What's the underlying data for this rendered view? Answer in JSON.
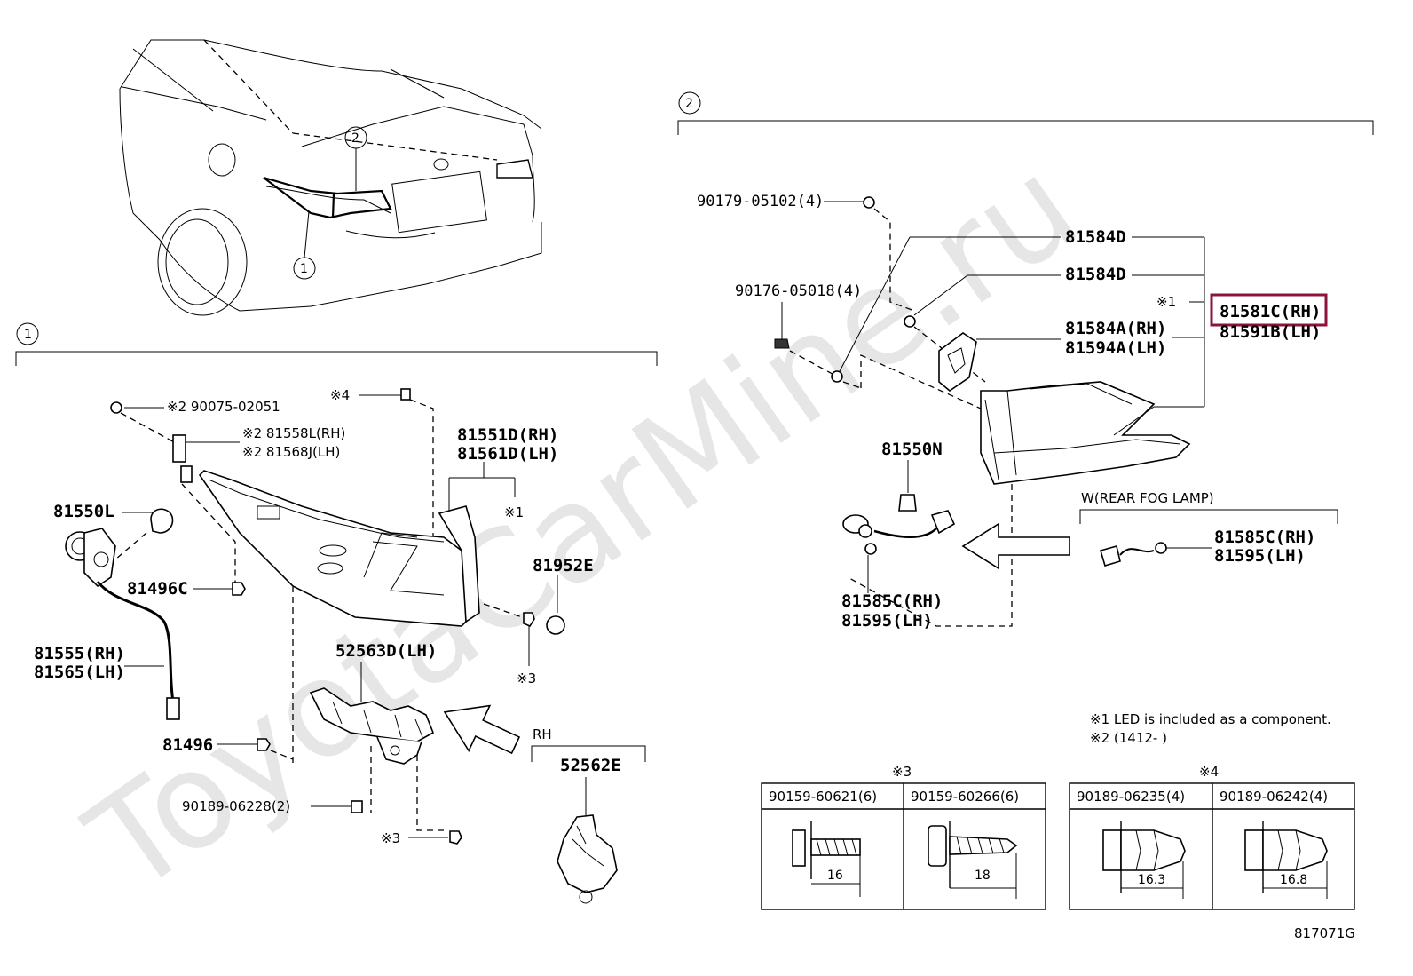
{
  "watermark": "ToyotaCarMine.ru",
  "drawing_id": "817071G",
  "section_marks": {
    "one": "1",
    "two": "2"
  },
  "left": {
    "labels": {
      "p90075": "※2 90075-02051",
      "p81558L": "※2 81558L(RH)",
      "p81568J": "※2 81568J(LH)",
      "p81551D": "81551D(RH)",
      "p81561D": "81561D(LH)",
      "ref1": "※1",
      "note4": "※4",
      "p81550L": "81550L",
      "p81496C": "81496C",
      "p81952E": "81952E",
      "ref3a": "※3",
      "p81555": "81555(RH)",
      "p81565": "81565(LH)",
      "p52563D": "52563D(LH)",
      "p81496": "81496",
      "rh": "RH",
      "p52562E": "52562E",
      "p90189_06228": "90189-06228(2)",
      "ref3b": "※3"
    }
  },
  "right": {
    "labels": {
      "p90179": "90179-05102(4)",
      "p81584D_a": "81584D",
      "p81584D_b": "81584D",
      "ref1": "※1",
      "p81581C": "81581C(RH)",
      "p81591B": "81591B(LH)",
      "p90176": "90176-05018(4)",
      "p81584A": "81584A(RH)",
      "p81594A": "81594A(LH)",
      "p81550N": "81550N",
      "rear_fog": "W(REAR FOG LAMP)",
      "p81585C_a": "81585C(RH)",
      "p81595_a": "81595(LH)",
      "p81585C_b": "81585C(RH)",
      "p81595_b": "81595(LH)"
    },
    "highlight_color": "#8b1538"
  },
  "notes": {
    "n1": "※1 LED is included as a component.",
    "n2": "※2 (1412-        )"
  },
  "tables": {
    "t3": {
      "mark": "※3",
      "cols": [
        {
          "part": "90159-60621(6)",
          "dim": "16"
        },
        {
          "part": "90159-60266(6)",
          "dim": "18"
        }
      ]
    },
    "t4": {
      "mark": "※4",
      "cols": [
        {
          "part": "90189-06235(4)",
          "dim": "16.3"
        },
        {
          "part": "90189-06242(4)",
          "dim": "16.8"
        }
      ]
    }
  }
}
